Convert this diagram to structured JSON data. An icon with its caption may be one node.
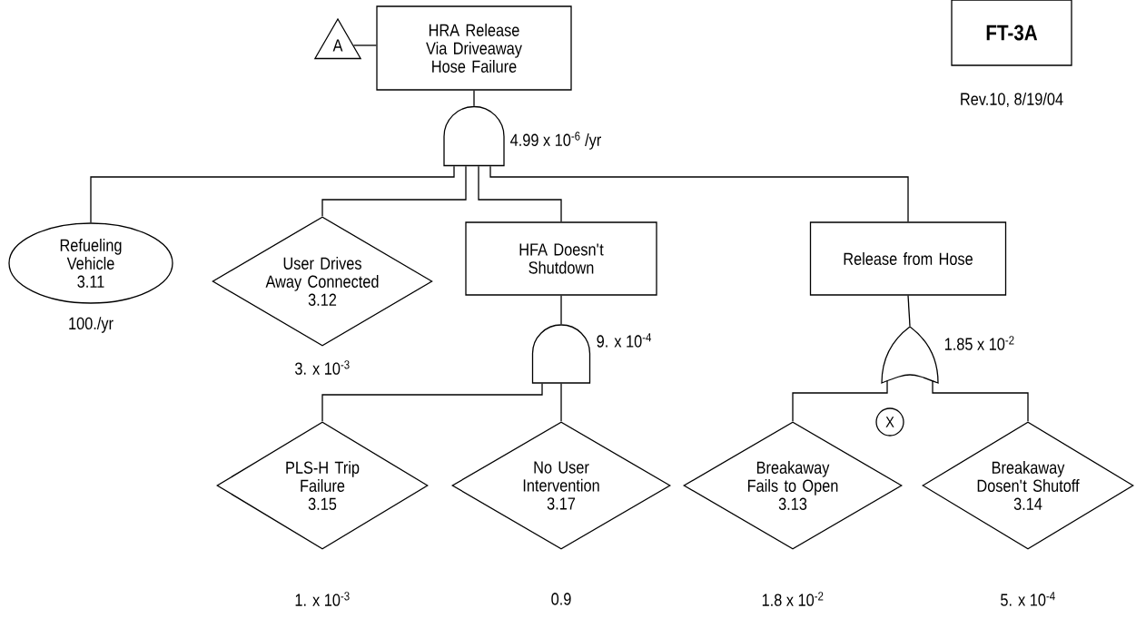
{
  "diagram": {
    "nodes": [
      {
        "text": [
          "HRA Release Via Driveaway Hose Failure"
        ]
      },
      {
        "text": [
          "A"
        ]
      },
      {
        "text": [],
        "shape": "and-gate",
        "beside": [
          "4.99 x 10$^{-6}$ /yr"
        ]
      },
      {
        "text": [
          "Refueling Vehicle",
          "3.11"
        ],
        "beside": [
          "100./yr"
        ]
      },
      {
        "text": [
          "User Drives Away Connected",
          "3.12"
        ],
        "beside": [
          "3. x 10$^{-3}$"
        ]
      },
      {
        "text": [
          "HFA Doesn't Shutdown"
        ]
      },
      {
        "text": [
          "Release from Hose"
        ]
      },
      {
        "text": [],
        "shape": "and-gate",
        "beside": [
          "9. x 10$^{-4}$"
        ]
      },
      {
        "text": [],
        "shape": "or-gate",
        "beside": [
          "1.85 x 10$^{-2}$"
        ]
      },
      {
        "text": [
          "PLS-H Trip Failure",
          "3.15"
        ],
        "beside": [
          "1. x 10$^{-3}$"
        ]
      },
      {
        "text": [
          "No User Intervention",
          "3.17"
        ],
        "beside": [
          "0.9"
        ]
      },
      {
        "text": [
          "Breakaway Fails to Open",
          "3.13"
        ],
        "beside": [
          "1.8 x 10$^{-2}$"
        ]
      },
      {
        "text": [
          "Breakaway Dosen't Shutoff",
          "3.14"
        ],
        "beside": [
          "5. x 10$^{-4}$"
        ]
      },
      {
        "text": [
          "X"
        ]
      },
      {
        "text": [
          "FT-3A"
        ]
      }
    ],
    "edges": [
      {
        "from": 1,
        "to": 0,
        "arrow": "none"
      },
      {
        "from": 2,
        "to": 0,
        "arrow": "none"
      },
      {
        "from": 3,
        "to": 2,
        "arrow": "none"
      },
      {
        "from": 4,
        "to": 2,
        "arrow": "none"
      },
      {
        "from": 5,
        "to": 2,
        "arrow": "none"
      },
      {
        "from": 6,
        "to": 2,
        "arrow": "none"
      },
      {
        "from": 7,
        "to": 5,
        "arrow": "none"
      },
      {
        "from": 8,
        "to": 6,
        "arrow": "none"
      },
      {
        "from": 9,
        "to": 7,
        "arrow": "none"
      },
      {
        "from": 10,
        "to": 7,
        "arrow": "none"
      },
      {
        "from": 11,
        "to": 8,
        "arrow": "none"
      },
      {
        "from": 12,
        "to": 8,
        "arrow": "none"
      }
    ],
    "labels": [
      "Rev.10, 8/19/04"
    ]
  }
}
